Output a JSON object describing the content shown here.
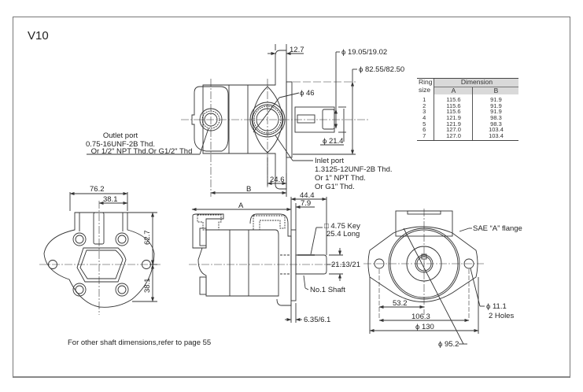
{
  "title": "V10",
  "footnote": "For other shaft dimensions,refer to page 55",
  "ring_table": {
    "header_col": [
      "Ring",
      "size"
    ],
    "group_header": "Dimension",
    "sub_headers": [
      "A",
      "B"
    ],
    "rows": [
      {
        "size": "1",
        "a": "115.6",
        "b": "91.9"
      },
      {
        "size": "2",
        "a": "115.6",
        "b": "91.9"
      },
      {
        "size": "3",
        "a": "115.6",
        "b": "91.9"
      },
      {
        "size": "4",
        "a": "121.9",
        "b": "98.3"
      },
      {
        "size": "5",
        "a": "121.9",
        "b": "98.3"
      },
      {
        "size": "6",
        "a": "127.0",
        "b": "103.4"
      },
      {
        "size": "7",
        "a": "127.0",
        "b": "103.4"
      }
    ]
  },
  "top_view": {
    "dim_flange_thickness": "12.7",
    "dim_shaft_dia": "ϕ 19.05/19.02",
    "dim_pilot_dia": "ϕ 82.55/82.50",
    "dim_inlet_dia": "ϕ 46",
    "dim_shaft_key_dia": "ϕ 21.4",
    "dim_inlet_offset": "24.6",
    "dim_b": "B",
    "outlet_port": [
      "Outlet port",
      "0.75-16UNF-2B Thd.",
      "Or 1/2ʺ NPT Thd.Or G1/2ʺ Thd"
    ],
    "inlet_port": [
      "Inlet port",
      "1.3125-12UNF-2B Thd.",
      "Or 1ʺ NPT Thd.",
      "Or G1ʺ Thd."
    ]
  },
  "end_view": {
    "dim_width": "76.2",
    "dim_half_width": "38.1",
    "dim_upper_height": "62.7",
    "dim_lower_height": "38.1"
  },
  "side_view": {
    "dim_a": "A",
    "dim_shaft_length": "44.4",
    "dim_pilot_length": "7.9",
    "key_note": [
      "□ 4.75 Key",
      "25.4 Long"
    ],
    "dim_shaft_key": "21.13/21",
    "shaft_note": "No.1 Shaft",
    "dim_pilot_thickness": "6.35/6.1"
  },
  "front_view": {
    "flange_note": "SAE “A” flange",
    "dim_half_bolt": "53.2",
    "dim_bolt_spacing": "106.3",
    "dim_flange_width": "ϕ 130",
    "dim_bolt_circle": "ϕ 95.2",
    "hole_note": [
      "ϕ 11.1",
      "2 Holes"
    ]
  }
}
